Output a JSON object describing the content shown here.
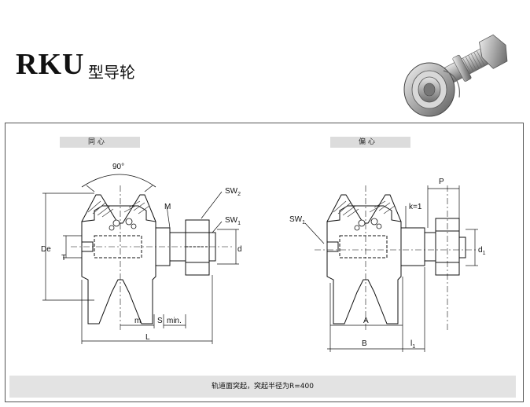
{
  "header": {
    "model": "RKU",
    "subtitle": "型导轮"
  },
  "sections": {
    "concentric": "同 心",
    "eccentric": "偏 心"
  },
  "dimensions_left": {
    "angle": "90°",
    "M": "M",
    "SW2": "SW",
    "SW2_sub": "2",
    "SW1": "SW",
    "SW1_sub": "1",
    "De": "De",
    "T": "T",
    "d": "d",
    "m": "m",
    "S": "S",
    "min": "min.",
    "L": "L"
  },
  "dimensions_right": {
    "SW1": "SW",
    "SW1_sub": "1",
    "P": "P",
    "k": "k=1",
    "d1": "d",
    "d1_sub": "1",
    "A": "A",
    "B": "B",
    "l1": "l",
    "l1_sub": "1"
  },
  "footer": {
    "note": "轨道面突起，突起半径为R=400"
  }
}
